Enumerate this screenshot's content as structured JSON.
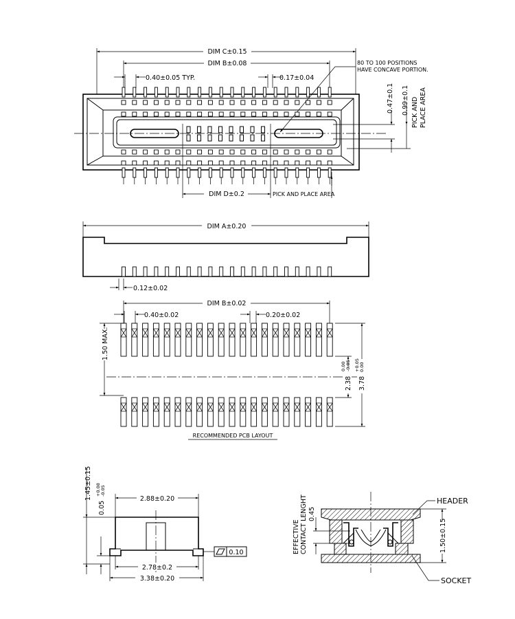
{
  "top_view": {
    "dim_c": "DIM C±0.15",
    "dim_b": "DIM B±0.08",
    "pitch": "0.40±0.05 TYP.",
    "concave_width": "0.17±0.04",
    "concave_note_line1": "80 TO 100 POSITIONS",
    "concave_note_line2": "HAVE CONCAVE PORTION.",
    "dim_047": "0.47±0.1",
    "dim_099": "0.99±0.1",
    "pick_place_line1": "PICK AND",
    "pick_place_line2": "PLACE AREA",
    "dim_d": "DIM D±0.2",
    "pick_place_bottom": "PICK AND PLACE AREA"
  },
  "side_view": {
    "dim_a": "DIM A±0.20",
    "lead_width": "0.12±0.02"
  },
  "pcb_layout": {
    "dim_b": "DIM B±0.02",
    "pitch": "0.40±0.02",
    "pad_width": "0.20±0.02",
    "max_height": "1.50 MAX.",
    "dim_238": "2.38",
    "dim_238_tol_upper": "0.00",
    "dim_238_tol_lower": "-0.05",
    "dim_378": "3.78",
    "dim_378_tol_upper": "+0.05",
    "dim_378_tol_lower": "0.00",
    "title": "RECOMMENDED PCB LAYOUT"
  },
  "end_view": {
    "height": "1.45±0.15",
    "standoff": "0.05",
    "standoff_tol_upper": "+0.08",
    "standoff_tol_lower": "-0.05",
    "top_width": "2.88±0.20",
    "foot_span": "2.78±0.2",
    "overall_width": "3.38±0.20",
    "flatness": "0.10"
  },
  "mated_view": {
    "effective_line1": "EFFECTIVE",
    "effective_line2": "CONTACT LENGHT",
    "contact_length": "0.45",
    "mated_height": "1.50±0.15",
    "header_label": "HEADER",
    "socket_label": "SOCKET"
  }
}
